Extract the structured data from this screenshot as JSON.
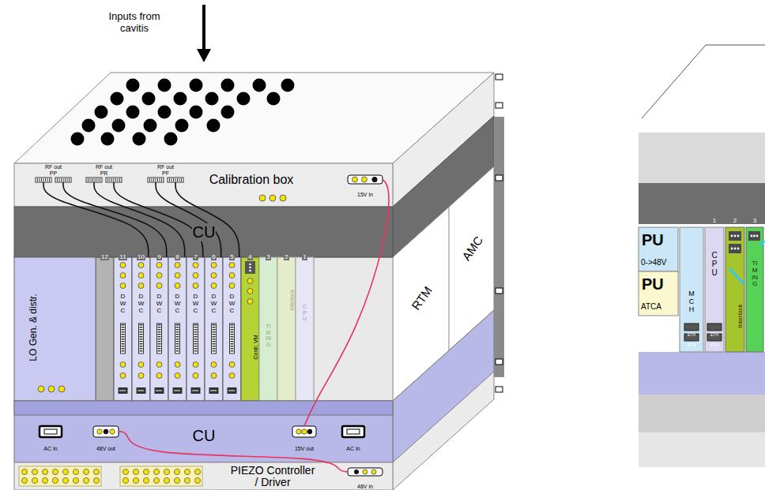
{
  "diagram": {
    "nodes": [
      {
        "text": [
          "Calibration box"
        ]
      },
      {
        "text": [
          "RF out PP"
        ],
        "in": 0
      },
      {
        "text": [
          "RF out PR"
        ],
        "in": 0
      },
      {
        "text": [
          "RF out PF"
        ],
        "in": 0
      },
      {
        "text": [
          "15V in"
        ],
        "in": 0
      },
      {
        "text": [
          "CU"
        ]
      },
      {
        "text": [
          "LO Gen. & distr."
        ]
      },
      {
        "text": [
          "DWC"
        ]
      },
      {
        "text": [
          "DWC"
        ]
      },
      {
        "text": [
          "DWC"
        ]
      },
      {
        "text": [
          "DWC"
        ]
      },
      {
        "text": [
          "DWC"
        ]
      },
      {
        "text": [
          "DWC"
        ]
      },
      {
        "text": [
          "DWC"
        ]
      },
      {
        "text": [
          "Contr. VM"
        ]
      },
      {
        "text": [
          "TIMING"
        ]
      },
      {
        "text": [
          "Interlock"
        ]
      },
      {
        "text": [
          "CPU"
        ]
      },
      {
        "text": [
          "CU"
        ]
      },
      {
        "text": [
          "48V out"
        ],
        "in": 18
      },
      {
        "text": [
          "15V out"
        ],
        "in": 18
      },
      {
        "text": [
          "PIEZO Controller / Driver"
        ]
      },
      {
        "text": [
          "48V in"
        ],
        "in": 21
      },
      {
        "text": [
          "PU",
          "0->48V"
        ]
      },
      {
        "text": [
          "PU",
          "ATCA"
        ]
      },
      {
        "text": [
          "MCH"
        ]
      },
      {
        "text": [
          "ETH"
        ],
        "in": 25
      },
      {
        "text": [
          "ETH"
        ],
        "in": 25
      },
      {
        "text": [
          "CPU"
        ]
      },
      {
        "text": [
          "ETH"
        ],
        "in": 28
      },
      {
        "text": [
          "ETH"
        ],
        "in": 28
      },
      {
        "text": [
          "Interlock"
        ]
      },
      {
        "text": [
          "TIMING"
        ]
      }
    ],
    "edges": [
      {
        "from": 1,
        "to": 8,
        "arrow": "none"
      },
      {
        "from": 1,
        "to": 9,
        "arrow": "none"
      },
      {
        "from": 2,
        "to": 10,
        "arrow": "none"
      },
      {
        "from": 2,
        "to": 11,
        "arrow": "none"
      },
      {
        "from": 3,
        "to": 12,
        "arrow": "none"
      },
      {
        "from": 3,
        "to": 13,
        "arrow": "none"
      },
      {
        "from": 4,
        "to": 20,
        "arrow": "none"
      },
      {
        "from": 19,
        "to": 22,
        "arrow": "none"
      }
    ],
    "labels": [
      "Inputs from cavitis",
      "12",
      "11",
      "10",
      "9",
      "8",
      "7",
      "6",
      "5",
      "4",
      "3",
      "2",
      "1",
      "RTM",
      "AMC",
      "AC In",
      "AC In",
      "1",
      "2",
      "3"
    ]
  }
}
